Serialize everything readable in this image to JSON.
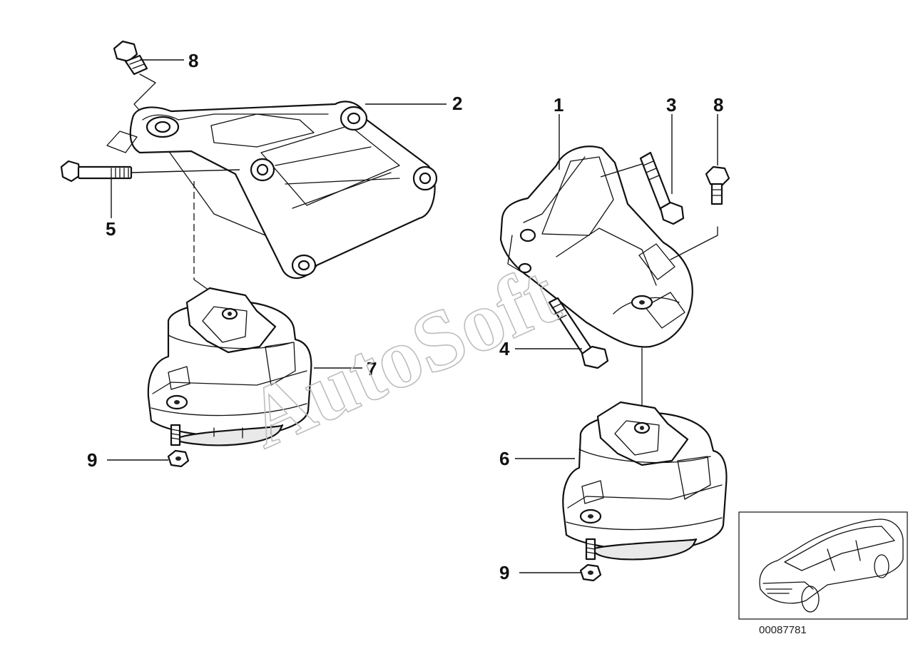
{
  "callouts": {
    "c1": "1",
    "c2": "2",
    "c3": "3",
    "c4": "4",
    "c5": "5",
    "c6": "6",
    "c7": "7",
    "c8_left": "8",
    "c8_right": "8",
    "c9_left": "9",
    "c9_right": "9"
  },
  "watermark": "AutoSoft",
  "diagram_code": "00087781"
}
